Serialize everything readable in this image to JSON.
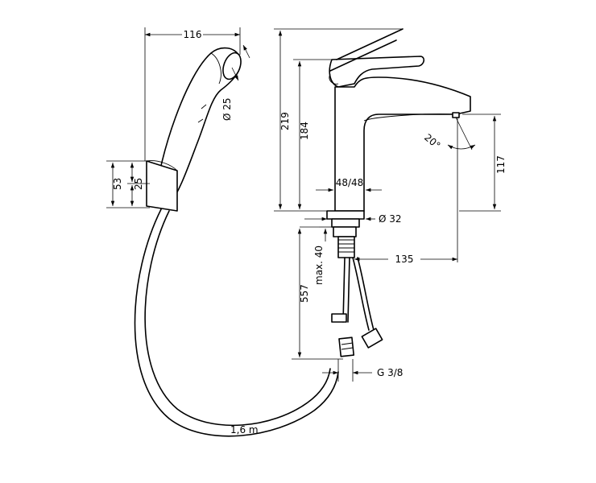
{
  "dimensions": {
    "handshower_width": "116",
    "handshower_diameter": "Ø 25",
    "holder_height": "53",
    "holder_offset": "25",
    "total_height": "219",
    "spout_height": "184",
    "body_width": "48/48",
    "base_diameter": "Ø 32",
    "spout_reach": "135",
    "spout_angle": "20°",
    "outlet_height": "117",
    "max_thickness": "max. 40",
    "below_deck_length": "557",
    "thread": "G 3/8",
    "hose_length": "1,6 m"
  }
}
